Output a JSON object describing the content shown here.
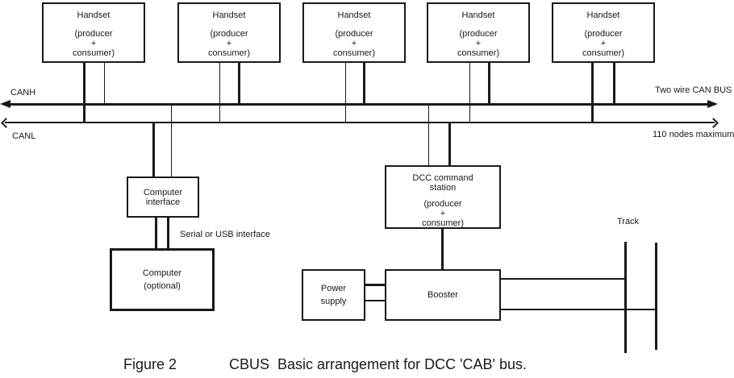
{
  "handsets": [
    {
      "name": "Handset",
      "sub1": "(producer",
      "sub2": "+",
      "sub3": "consumer)"
    },
    {
      "name": "Handset",
      "sub1": "(producer",
      "sub2": "+",
      "sub3": "consumer)"
    },
    {
      "name": "Handset",
      "sub1": "(producer",
      "sub2": "+",
      "sub3": "consumer)"
    },
    {
      "name": "Handset",
      "sub1": "(producer",
      "sub2": "+",
      "sub3": "consumer)"
    },
    {
      "name": "Handset",
      "sub1": "(producer",
      "sub2": "+",
      "sub3": "consumer)"
    }
  ],
  "bus": {
    "canh_label": "CANH",
    "canl_label": "CANL",
    "top_right_label": "Two wire CAN BUS",
    "bottom_right_label": "110 nodes maximum"
  },
  "computer_interface": {
    "line1": "Computer",
    "line2": "interface"
  },
  "serial_label": "Serial or USB interface",
  "computer": {
    "line1": "Computer",
    "line2": "(optional)"
  },
  "dcc_station": {
    "line1": "DCC command",
    "line2": "station",
    "sub1": "(producer",
    "sub2": "+",
    "sub3": "consumer)"
  },
  "power_supply": {
    "line1": "Power",
    "line2": "supply"
  },
  "booster": {
    "label": "Booster"
  },
  "track": {
    "label": "Track"
  },
  "caption": {
    "figure": "Figure 2",
    "text": "CBUS  Basic arrangement for DCC 'CAB' bus."
  },
  "colors": {
    "ink": "#191919",
    "background": "#ffffff"
  }
}
